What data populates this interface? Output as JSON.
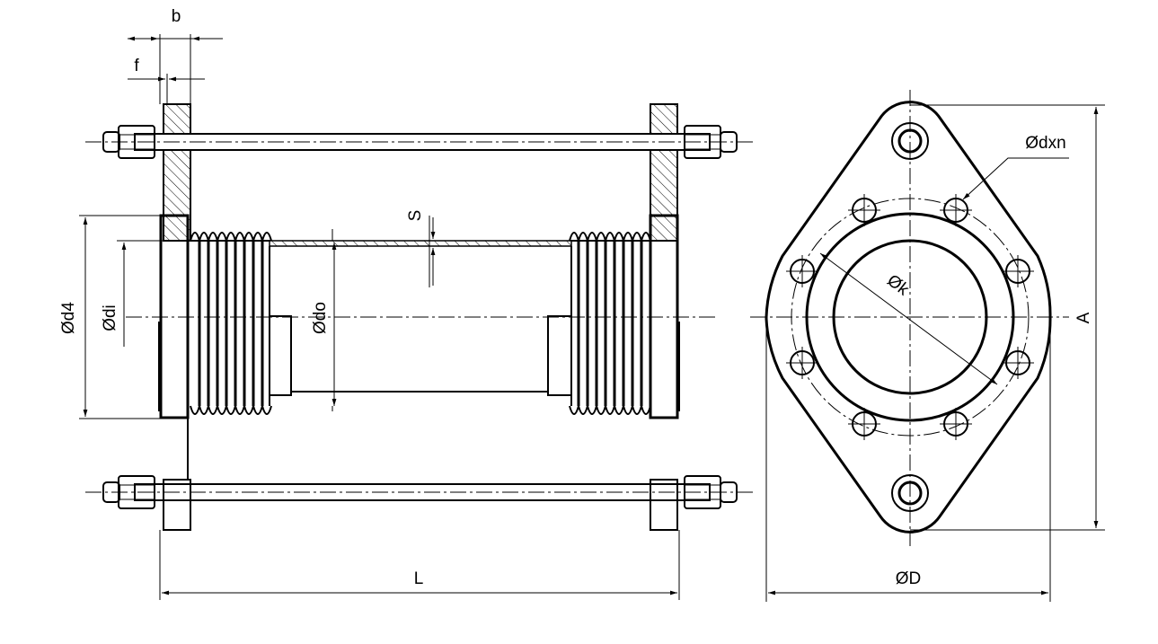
{
  "labels": {
    "b": "b",
    "f": "f",
    "s": "S",
    "d4": "Ød4",
    "di": "Ødi",
    "do": "Ødo",
    "L": "L",
    "dxn": "Ødxn",
    "k": "Øk",
    "A": "A",
    "D": "ØD"
  }
}
